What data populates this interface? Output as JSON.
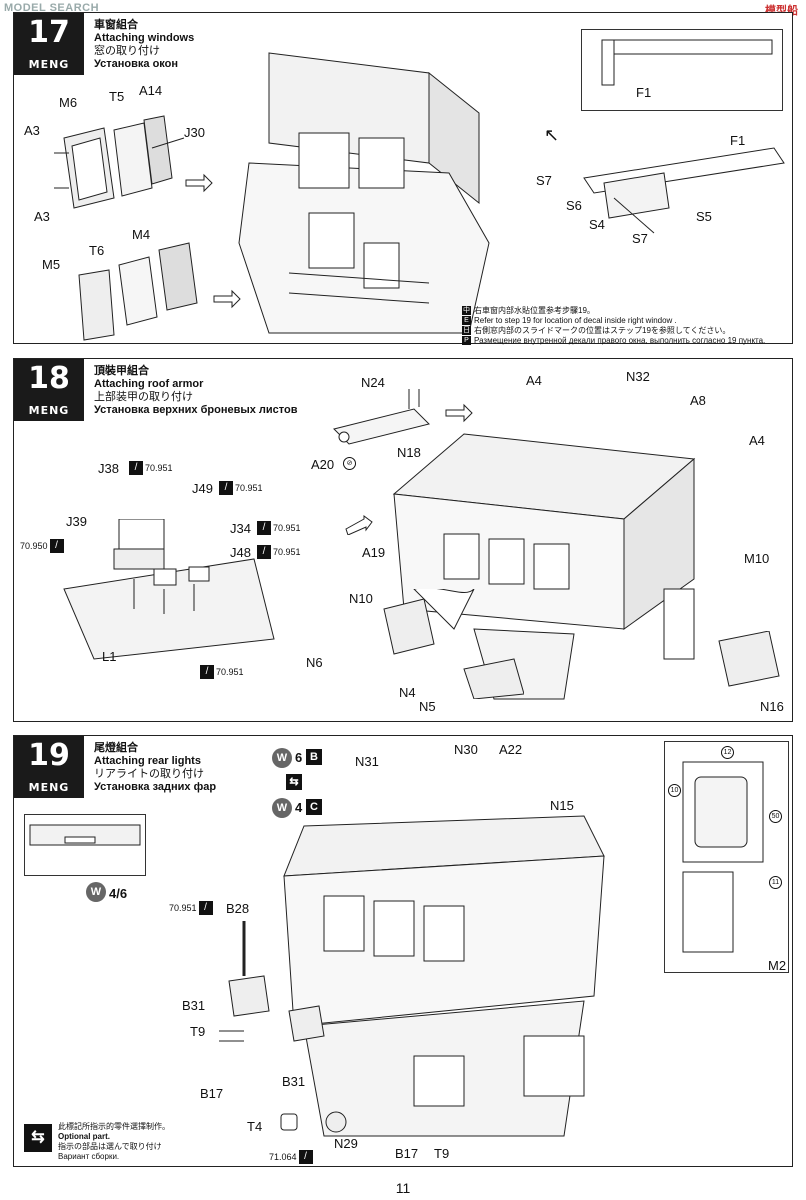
{
  "watermark": "MODEL SEARCH",
  "watermark_right": "模型船",
  "page_number": "11",
  "steps": [
    {
      "number": "17",
      "brand": "MENG",
      "title_cn": "車窗組合",
      "title_en": "Attaching windows",
      "title_jp": "窓の取り付け",
      "title_ru": "Установка окон",
      "labels": [
        "M6",
        "T5",
        "A14",
        "A3",
        "J30",
        "A3",
        "M4",
        "M5",
        "T6",
        "F1",
        "F1",
        "S7",
        "S6",
        "S4",
        "S7",
        "S5"
      ],
      "notes": [
        "右車窗内部水貼位置参考步驟19。",
        "Refer to step 19 for location of decal inside right window .",
        "右側窓内部のスライドマークの位置はステップ19を参照してください。",
        "Размещение внутренной декали правого окна, выполнить согласно 19 пункта."
      ]
    },
    {
      "number": "18",
      "brand": "MENG",
      "title_cn": "頂裝甲組合",
      "title_en": "Attaching roof armor",
      "title_jp": "上部装甲の取り付け",
      "title_ru": "Установка верхних броневых листов",
      "labels": [
        "N24",
        "A20",
        "N18",
        "A4",
        "N32",
        "A8",
        "A4",
        "J38",
        "J49",
        "J39",
        "J34",
        "J48",
        "L1",
        "A19",
        "M10",
        "N10",
        "N6",
        "N4",
        "N5",
        "N16"
      ],
      "paints": [
        "70.951",
        "70.951",
        "70.950",
        "70.951",
        "70.951",
        "70.951"
      ]
    },
    {
      "number": "19",
      "brand": "MENG",
      "title_cn": "尾燈組合",
      "title_en": "Attaching rear lights",
      "title_jp": "リアライトの取り付け",
      "title_ru": "Установка задних фар",
      "labels": [
        "N31",
        "N30",
        "A22",
        "N15",
        "B28",
        "B31",
        "T9",
        "B17",
        "B31",
        "T4",
        "N29",
        "B17",
        "T9",
        "M2"
      ],
      "paints": [
        "70.951",
        "71.064"
      ],
      "badges": {
        "w6": "6",
        "w6b": "B",
        "w4": "4",
        "w4c": "C",
        "w46": "4/6"
      },
      "decals": [
        "12",
        "10",
        "50",
        "11"
      ],
      "optional": {
        "cn": "此標記所指示的零件選擇制作。",
        "en": "Optional part.",
        "jp": "指示の部品は選んで取り付け",
        "ru": "Вариант сборки."
      }
    }
  ]
}
